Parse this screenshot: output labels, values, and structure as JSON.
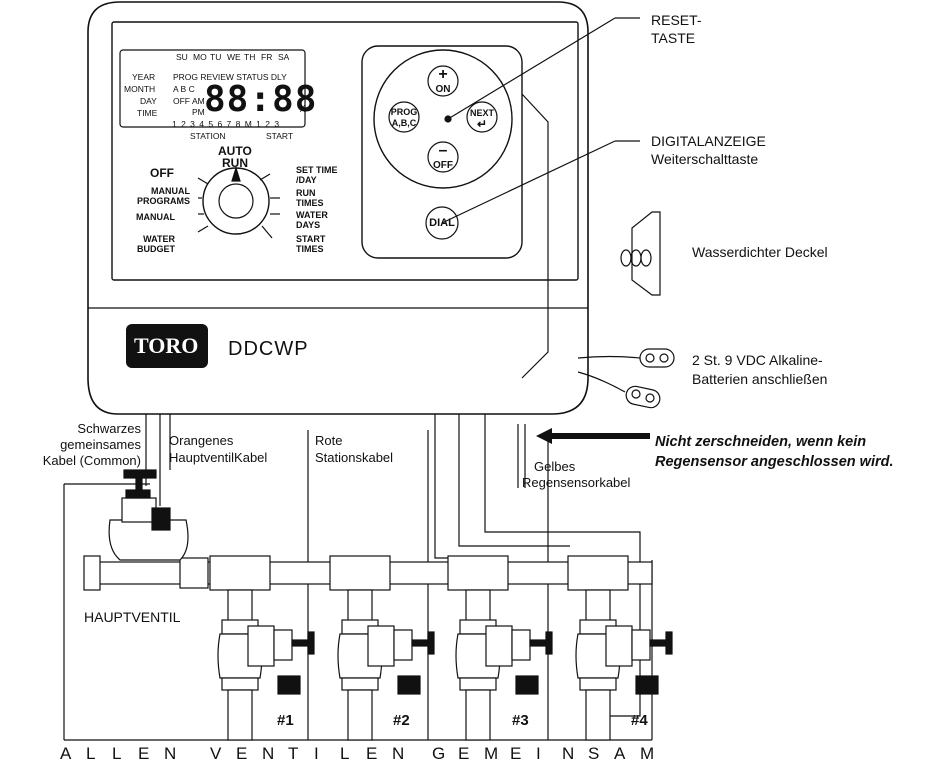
{
  "callouts": {
    "reset": [
      "RESET-",
      "TASTE"
    ],
    "display": "DIGITALANZEIGE",
    "advance": "Weiterschalttaste",
    "cover": "Wasserdichter Deckel",
    "battery": [
      "2 St. 9 VDC Alkaline-",
      "Batterien anschließen"
    ],
    "warning": [
      "Nicht zerschneiden, wenn kein",
      "Regensensor angeschlossen wird."
    ]
  },
  "wires": {
    "common": [
      "Schwarzes",
      "gemeinsames",
      "Kabel (Common)"
    ],
    "master": [
      "Orangenes",
      "HauptventilKabel"
    ],
    "station": [
      "Rote",
      "Stationskabel"
    ],
    "sensor": [
      "Gelbes",
      "Regensensorkabel"
    ]
  },
  "master_valve": "HAUPTVENTIL",
  "stations": [
    "#1",
    "#2",
    "#3",
    "#4"
  ],
  "bottom_caption": [
    "A",
    "L",
    "L",
    "E",
    "N",
    "V",
    "E",
    "N",
    "T",
    "I",
    "L",
    "E",
    "N",
    "G",
    "E",
    "M",
    "E",
    "I",
    "N",
    "S",
    "A",
    "M"
  ],
  "brand": {
    "logo": "TORO",
    "model": "DDCWP"
  },
  "lcd": {
    "days": [
      "SU",
      "MO",
      "TU",
      "WE",
      "TH",
      "FR",
      "SA"
    ],
    "row_labels": [
      "YEAR",
      "MONTH",
      "DAY",
      "TIME"
    ],
    "modes": "PROG  REVIEW  STATUS  DLY",
    "programs": "A B C",
    "off": "OFF",
    "am": "AM",
    "pm": "PM",
    "digits": "88:88",
    "percent": "%",
    "stations_row": "1 2 3 4 5 6 7 8 M  1 2 3",
    "station": "STATION",
    "start": "START"
  },
  "dial": {
    "auto": "AUTO",
    "run": "RUN",
    "left": [
      "OFF",
      "MANUAL PROGRAMS",
      "MANUAL",
      "WATER BUDGET"
    ],
    "right": [
      "SET TIME /DAY",
      "RUN TIMES",
      "WATER DAYS",
      "START TIMES"
    ]
  },
  "buttons": {
    "on": "ON",
    "off": "OFF",
    "prog": [
      "PROG",
      "A,B,C"
    ],
    "next": "NEXT",
    "dial": "DIAL"
  }
}
